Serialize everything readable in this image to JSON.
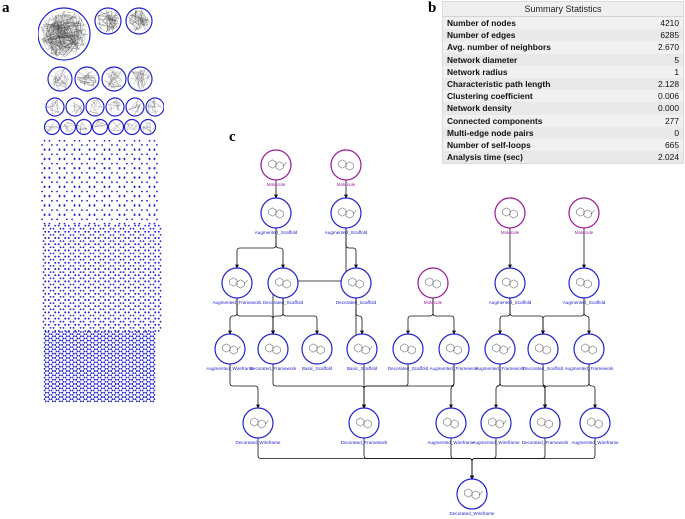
{
  "panels": {
    "a": "a",
    "b": "b",
    "c": "c"
  },
  "stats": {
    "title": "Summary Statistics",
    "rows": [
      {
        "label": "Number of nodes",
        "value": "4210"
      },
      {
        "label": "Number of edges",
        "value": "6285"
      },
      {
        "label": "Avg. number of neighbors",
        "value": "2.670"
      },
      {
        "label": "Network diameter",
        "value": "5"
      },
      {
        "label": "Network radius",
        "value": "1"
      },
      {
        "label": "Characteristic path length",
        "value": "2.128"
      },
      {
        "label": "Clustering coefficient",
        "value": "0.006"
      },
      {
        "label": "Network density",
        "value": "0.000"
      },
      {
        "label": "Connected components",
        "value": "277"
      },
      {
        "label": "Multi-edge node pairs",
        "value": "0"
      },
      {
        "label": "Number of self-loops",
        "value": "665"
      },
      {
        "label": "Analysis time (sec)",
        "value": "2.024"
      }
    ]
  },
  "colors": {
    "scaffold_node": "#2222cc",
    "molecule_node": "#9a1a9a",
    "edge": "#111111"
  },
  "hierarchy": {
    "nodes": [
      {
        "id": "m1",
        "label": "Molecule",
        "kind": "molecule"
      },
      {
        "id": "m2",
        "label": "Molecule",
        "kind": "molecule"
      },
      {
        "id": "m3",
        "label": "Molecule",
        "kind": "molecule"
      },
      {
        "id": "m4",
        "label": "Molecule",
        "kind": "molecule"
      },
      {
        "id": "m5",
        "label": "Molecule",
        "kind": "molecule"
      },
      {
        "id": "as1",
        "label": "Augmented_Scaffold",
        "kind": "scaffold"
      },
      {
        "id": "as2",
        "label": "Augmented_Scaffold",
        "kind": "scaffold"
      },
      {
        "id": "as3",
        "label": "Augmented_Scaffold",
        "kind": "scaffold"
      },
      {
        "id": "as4",
        "label": "Augmented_Scaffold",
        "kind": "scaffold"
      },
      {
        "id": "af1",
        "label": "Augmented_Framework",
        "kind": "scaffold"
      },
      {
        "id": "ds1",
        "label": "Decorated_Scaffold",
        "kind": "scaffold"
      },
      {
        "id": "ds2",
        "label": "Decorated_Scaffold",
        "kind": "scaffold"
      },
      {
        "id": "aw1",
        "label": "Augmented_Wireframe",
        "kind": "scaffold"
      },
      {
        "id": "df1",
        "label": "Decorated_Framework",
        "kind": "scaffold"
      },
      {
        "id": "bs1",
        "label": "Basic_Scaffold",
        "kind": "scaffold"
      },
      {
        "id": "bs2",
        "label": "Basic_Scaffold",
        "kind": "scaffold"
      },
      {
        "id": "ds3",
        "label": "Decorated_Scaffold",
        "kind": "scaffold"
      },
      {
        "id": "af2",
        "label": "Augmented_Framework",
        "kind": "scaffold"
      },
      {
        "id": "af3",
        "label": "Augmented_Framework",
        "kind": "scaffold"
      },
      {
        "id": "ds4",
        "label": "Decorated_Scaffold",
        "kind": "scaffold"
      },
      {
        "id": "af4",
        "label": "Augmented_Framework",
        "kind": "scaffold"
      },
      {
        "id": "dw1",
        "label": "Decorated_Wireframe",
        "kind": "scaffold"
      },
      {
        "id": "df2",
        "label": "Decorated_Framework",
        "kind": "scaffold"
      },
      {
        "id": "aw2",
        "label": "Augmented_Wireframe",
        "kind": "scaffold"
      },
      {
        "id": "aw3",
        "label": "Augmented_Wireframe",
        "kind": "scaffold"
      },
      {
        "id": "df3",
        "label": "Decorated_Framework",
        "kind": "scaffold"
      },
      {
        "id": "aw4",
        "label": "Augmented_Wireframe",
        "kind": "scaffold"
      },
      {
        "id": "dw2",
        "label": "Decorated_Wireframe",
        "kind": "scaffold"
      }
    ],
    "edges": [
      [
        "m1",
        "as1"
      ],
      [
        "m2",
        "as2"
      ],
      [
        "m3",
        "as3"
      ],
      [
        "m4",
        "as4"
      ],
      [
        "as1",
        "af1"
      ],
      [
        "as1",
        "ds1"
      ],
      [
        "as2",
        "ds2"
      ],
      [
        "as2",
        "df1"
      ],
      [
        "af1",
        "aw1"
      ],
      [
        "af1",
        "df1"
      ],
      [
        "ds1",
        "df1"
      ],
      [
        "ds1",
        "bs1"
      ],
      [
        "ds2",
        "bs2"
      ],
      [
        "ds2",
        "df2"
      ],
      [
        "m5",
        "ds3"
      ],
      [
        "m5",
        "af2"
      ],
      [
        "ds3",
        "df2"
      ],
      [
        "af2",
        "df2"
      ],
      [
        "af2",
        "aw2"
      ],
      [
        "as3",
        "af3"
      ],
      [
        "as3",
        "ds4"
      ],
      [
        "as4",
        "ds4"
      ],
      [
        "as4",
        "af4"
      ],
      [
        "af3",
        "aw3"
      ],
      [
        "af3",
        "df3"
      ],
      [
        "ds4",
        "df3"
      ],
      [
        "af4",
        "df3"
      ],
      [
        "af4",
        "aw4"
      ],
      [
        "aw1",
        "dw1"
      ],
      [
        "df1",
        "df2"
      ],
      [
        "dw1",
        "dw2"
      ],
      [
        "df2",
        "dw2"
      ],
      [
        "aw2",
        "dw2"
      ],
      [
        "aw3",
        "dw2"
      ],
      [
        "df3",
        "dw2"
      ],
      [
        "aw4",
        "dw2"
      ]
    ]
  }
}
